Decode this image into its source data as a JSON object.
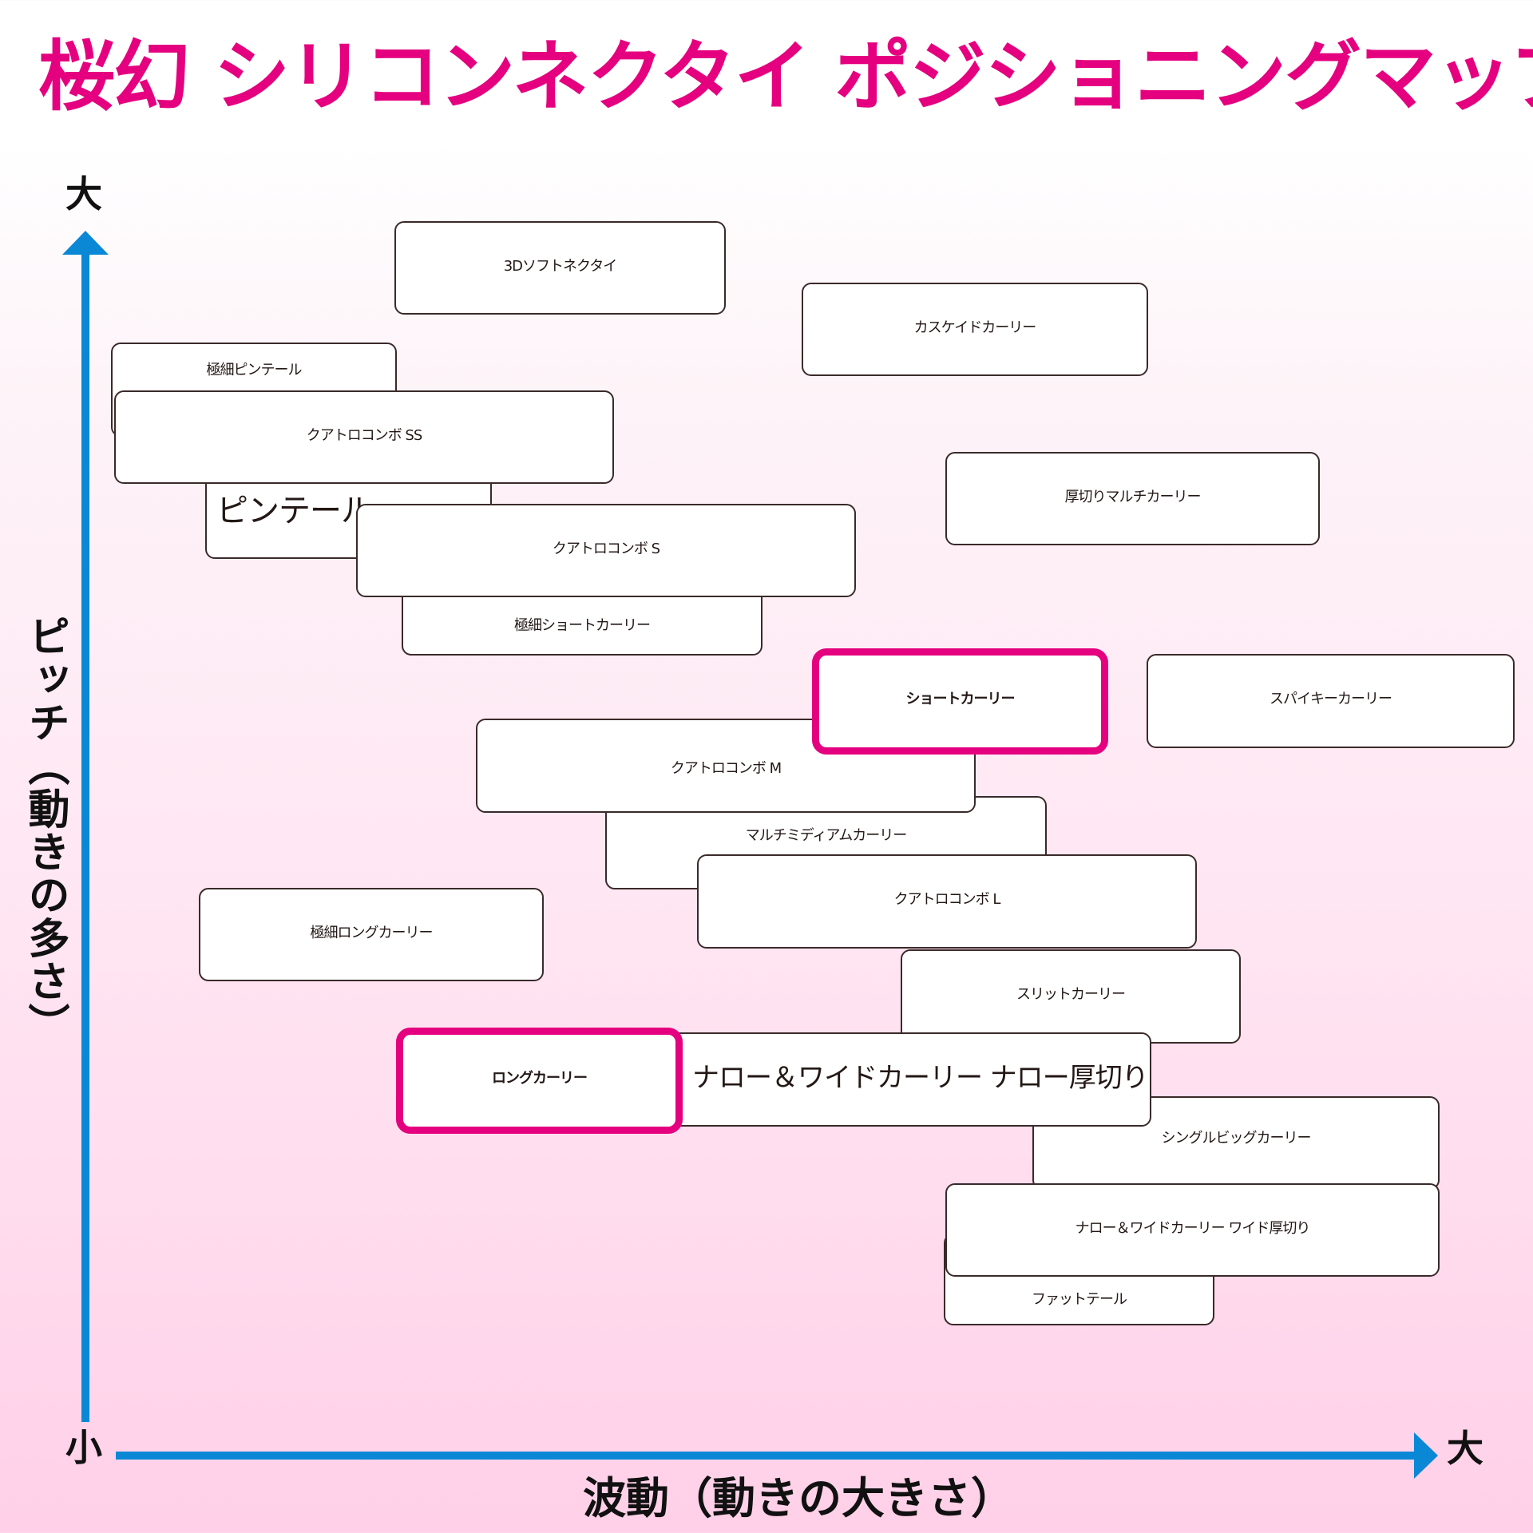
{
  "title": "桜幻 シリコンネクタイ ポジショニングマップ",
  "colors": {
    "accent": "#e4007f",
    "axis": "#0a88d6",
    "box_border": "#3a2a2a",
    "text": "#231815"
  },
  "y_axis": {
    "label": "ピッチ（動きの多さ）",
    "high": "大",
    "low": "小"
  },
  "x_axis": {
    "label": "波動（動きの大きさ）",
    "high": "大"
  },
  "items": [
    {
      "label": "3Dソフトネクタイ",
      "highlight": false
    },
    {
      "label": "カスケイドカーリー",
      "highlight": false
    },
    {
      "label": "極細ピンテール",
      "highlight": false
    },
    {
      "label": "クアトロコンボ SS",
      "highlight": false
    },
    {
      "label": "ピンテール",
      "highlight": false
    },
    {
      "label": "厚切りマルチカーリー",
      "highlight": false
    },
    {
      "label": "クアトロコンボ S",
      "highlight": false
    },
    {
      "label": "極細ショートカーリー",
      "highlight": false
    },
    {
      "label": "ショートカーリー",
      "highlight": true
    },
    {
      "label": "スパイキーカーリー",
      "highlight": false
    },
    {
      "label": "クアトロコンボ M",
      "highlight": false
    },
    {
      "label": "マルチミディアムカーリー",
      "highlight": false
    },
    {
      "label": "クアトロコンボ L",
      "highlight": false
    },
    {
      "label": "極細ロングカーリー",
      "highlight": false
    },
    {
      "label": "スリットカーリー",
      "highlight": false
    },
    {
      "label": "ナロー＆ワイドカーリー ナロー厚切り",
      "highlight": false
    },
    {
      "label": "ロングカーリー",
      "highlight": true
    },
    {
      "label": "シングルビッグカーリー",
      "highlight": false
    },
    {
      "label": "ナロー＆ワイドカーリー ワイド厚切り",
      "highlight": false
    },
    {
      "label": "ファットテール",
      "highlight": false
    }
  ]
}
